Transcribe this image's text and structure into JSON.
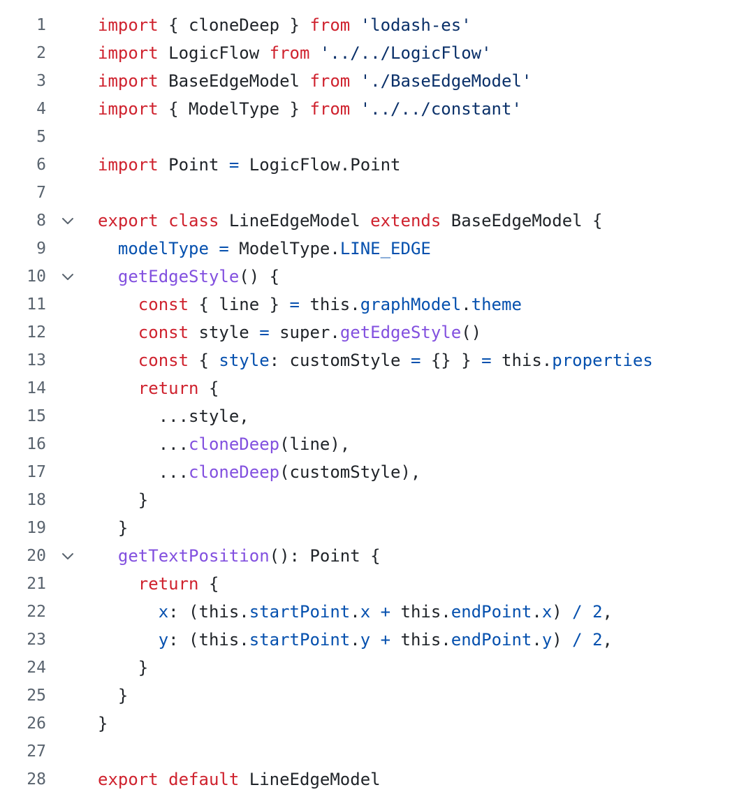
{
  "colors": {
    "keyword": "#cf222e",
    "plain": "#1f2328",
    "string": "#0a3069",
    "entity": "#8250df",
    "constant": "#0550ae",
    "line_number": "#59636e",
    "fold_chevron": "#59636e"
  },
  "code": {
    "lines": [
      {
        "num": "1",
        "fold": false,
        "tokens": [
          {
            "c": "keyword",
            "t": "import"
          },
          {
            "c": "plain",
            "t": " { cloneDeep } "
          },
          {
            "c": "keyword",
            "t": "from"
          },
          {
            "c": "plain",
            "t": " "
          },
          {
            "c": "string",
            "t": "'lodash-es'"
          }
        ]
      },
      {
        "num": "2",
        "fold": false,
        "tokens": [
          {
            "c": "keyword",
            "t": "import"
          },
          {
            "c": "plain",
            "t": " LogicFlow "
          },
          {
            "c": "keyword",
            "t": "from"
          },
          {
            "c": "plain",
            "t": " "
          },
          {
            "c": "string",
            "t": "'../../LogicFlow'"
          }
        ]
      },
      {
        "num": "3",
        "fold": false,
        "tokens": [
          {
            "c": "keyword",
            "t": "import"
          },
          {
            "c": "plain",
            "t": " BaseEdgeModel "
          },
          {
            "c": "keyword",
            "t": "from"
          },
          {
            "c": "plain",
            "t": " "
          },
          {
            "c": "string",
            "t": "'./BaseEdgeModel'"
          }
        ]
      },
      {
        "num": "4",
        "fold": false,
        "tokens": [
          {
            "c": "keyword",
            "t": "import"
          },
          {
            "c": "plain",
            "t": " { ModelType } "
          },
          {
            "c": "keyword",
            "t": "from"
          },
          {
            "c": "plain",
            "t": " "
          },
          {
            "c": "string",
            "t": "'../../constant'"
          }
        ]
      },
      {
        "num": "5",
        "fold": false,
        "tokens": []
      },
      {
        "num": "6",
        "fold": false,
        "tokens": [
          {
            "c": "keyword",
            "t": "import"
          },
          {
            "c": "plain",
            "t": " Point "
          },
          {
            "c": "constant",
            "t": "="
          },
          {
            "c": "plain",
            "t": " LogicFlow.Point"
          }
        ]
      },
      {
        "num": "7",
        "fold": false,
        "tokens": []
      },
      {
        "num": "8",
        "fold": true,
        "tokens": [
          {
            "c": "keyword",
            "t": "export"
          },
          {
            "c": "plain",
            "t": " "
          },
          {
            "c": "keyword",
            "t": "class"
          },
          {
            "c": "plain",
            "t": " LineEdgeModel "
          },
          {
            "c": "keyword",
            "t": "extends"
          },
          {
            "c": "plain",
            "t": " BaseEdgeModel {"
          }
        ]
      },
      {
        "num": "9",
        "fold": false,
        "tokens": [
          {
            "c": "plain",
            "t": "  "
          },
          {
            "c": "constant",
            "t": "modelType"
          },
          {
            "c": "plain",
            "t": " "
          },
          {
            "c": "constant",
            "t": "="
          },
          {
            "c": "plain",
            "t": " ModelType."
          },
          {
            "c": "constant",
            "t": "LINE_EDGE"
          }
        ]
      },
      {
        "num": "10",
        "fold": true,
        "tokens": [
          {
            "c": "plain",
            "t": "  "
          },
          {
            "c": "entity",
            "t": "getEdgeStyle"
          },
          {
            "c": "plain",
            "t": "() {"
          }
        ]
      },
      {
        "num": "11",
        "fold": false,
        "tokens": [
          {
            "c": "plain",
            "t": "    "
          },
          {
            "c": "keyword",
            "t": "const"
          },
          {
            "c": "plain",
            "t": " { line } "
          },
          {
            "c": "constant",
            "t": "="
          },
          {
            "c": "plain",
            "t": " this."
          },
          {
            "c": "constant",
            "t": "graphModel"
          },
          {
            "c": "plain",
            "t": "."
          },
          {
            "c": "constant",
            "t": "theme"
          }
        ]
      },
      {
        "num": "12",
        "fold": false,
        "tokens": [
          {
            "c": "plain",
            "t": "    "
          },
          {
            "c": "keyword",
            "t": "const"
          },
          {
            "c": "plain",
            "t": " style "
          },
          {
            "c": "constant",
            "t": "="
          },
          {
            "c": "plain",
            "t": " super."
          },
          {
            "c": "entity",
            "t": "getEdgeStyle"
          },
          {
            "c": "plain",
            "t": "()"
          }
        ]
      },
      {
        "num": "13",
        "fold": false,
        "tokens": [
          {
            "c": "plain",
            "t": "    "
          },
          {
            "c": "keyword",
            "t": "const"
          },
          {
            "c": "plain",
            "t": " { "
          },
          {
            "c": "constant",
            "t": "style"
          },
          {
            "c": "plain",
            "t": ": customStyle "
          },
          {
            "c": "constant",
            "t": "="
          },
          {
            "c": "plain",
            "t": " {} } "
          },
          {
            "c": "constant",
            "t": "="
          },
          {
            "c": "plain",
            "t": " this."
          },
          {
            "c": "constant",
            "t": "properties"
          }
        ]
      },
      {
        "num": "14",
        "fold": false,
        "tokens": [
          {
            "c": "plain",
            "t": "    "
          },
          {
            "c": "keyword",
            "t": "return"
          },
          {
            "c": "plain",
            "t": " {"
          }
        ]
      },
      {
        "num": "15",
        "fold": false,
        "tokens": [
          {
            "c": "plain",
            "t": "      ...style,"
          }
        ]
      },
      {
        "num": "16",
        "fold": false,
        "tokens": [
          {
            "c": "plain",
            "t": "      ..."
          },
          {
            "c": "entity",
            "t": "cloneDeep"
          },
          {
            "c": "plain",
            "t": "(line),"
          }
        ]
      },
      {
        "num": "17",
        "fold": false,
        "tokens": [
          {
            "c": "plain",
            "t": "      ..."
          },
          {
            "c": "entity",
            "t": "cloneDeep"
          },
          {
            "c": "plain",
            "t": "(customStyle),"
          }
        ]
      },
      {
        "num": "18",
        "fold": false,
        "tokens": [
          {
            "c": "plain",
            "t": "    }"
          }
        ]
      },
      {
        "num": "19",
        "fold": false,
        "tokens": [
          {
            "c": "plain",
            "t": "  }"
          }
        ]
      },
      {
        "num": "20",
        "fold": true,
        "tokens": [
          {
            "c": "plain",
            "t": "  "
          },
          {
            "c": "entity",
            "t": "getTextPosition"
          },
          {
            "c": "plain",
            "t": "(): Point {"
          }
        ]
      },
      {
        "num": "21",
        "fold": false,
        "tokens": [
          {
            "c": "plain",
            "t": "    "
          },
          {
            "c": "keyword",
            "t": "return"
          },
          {
            "c": "plain",
            "t": " {"
          }
        ]
      },
      {
        "num": "22",
        "fold": false,
        "tokens": [
          {
            "c": "plain",
            "t": "      "
          },
          {
            "c": "constant",
            "t": "x"
          },
          {
            "c": "plain",
            "t": ": (this."
          },
          {
            "c": "constant",
            "t": "startPoint"
          },
          {
            "c": "plain",
            "t": "."
          },
          {
            "c": "constant",
            "t": "x"
          },
          {
            "c": "plain",
            "t": " "
          },
          {
            "c": "constant",
            "t": "+"
          },
          {
            "c": "plain",
            "t": " this."
          },
          {
            "c": "constant",
            "t": "endPoint"
          },
          {
            "c": "plain",
            "t": "."
          },
          {
            "c": "constant",
            "t": "x"
          },
          {
            "c": "plain",
            "t": ") "
          },
          {
            "c": "constant",
            "t": "/"
          },
          {
            "c": "plain",
            "t": " "
          },
          {
            "c": "constant",
            "t": "2"
          },
          {
            "c": "plain",
            "t": ","
          }
        ]
      },
      {
        "num": "23",
        "fold": false,
        "tokens": [
          {
            "c": "plain",
            "t": "      "
          },
          {
            "c": "constant",
            "t": "y"
          },
          {
            "c": "plain",
            "t": ": (this."
          },
          {
            "c": "constant",
            "t": "startPoint"
          },
          {
            "c": "plain",
            "t": "."
          },
          {
            "c": "constant",
            "t": "y"
          },
          {
            "c": "plain",
            "t": " "
          },
          {
            "c": "constant",
            "t": "+"
          },
          {
            "c": "plain",
            "t": " this."
          },
          {
            "c": "constant",
            "t": "endPoint"
          },
          {
            "c": "plain",
            "t": "."
          },
          {
            "c": "constant",
            "t": "y"
          },
          {
            "c": "plain",
            "t": ") "
          },
          {
            "c": "constant",
            "t": "/"
          },
          {
            "c": "plain",
            "t": " "
          },
          {
            "c": "constant",
            "t": "2"
          },
          {
            "c": "plain",
            "t": ","
          }
        ]
      },
      {
        "num": "24",
        "fold": false,
        "tokens": [
          {
            "c": "plain",
            "t": "    }"
          }
        ]
      },
      {
        "num": "25",
        "fold": false,
        "tokens": [
          {
            "c": "plain",
            "t": "  }"
          }
        ]
      },
      {
        "num": "26",
        "fold": false,
        "tokens": [
          {
            "c": "plain",
            "t": "}"
          }
        ]
      },
      {
        "num": "27",
        "fold": false,
        "tokens": []
      },
      {
        "num": "28",
        "fold": false,
        "tokens": [
          {
            "c": "keyword",
            "t": "export"
          },
          {
            "c": "plain",
            "t": " "
          },
          {
            "c": "keyword",
            "t": "default"
          },
          {
            "c": "plain",
            "t": " LineEdgeModel"
          }
        ]
      }
    ]
  }
}
